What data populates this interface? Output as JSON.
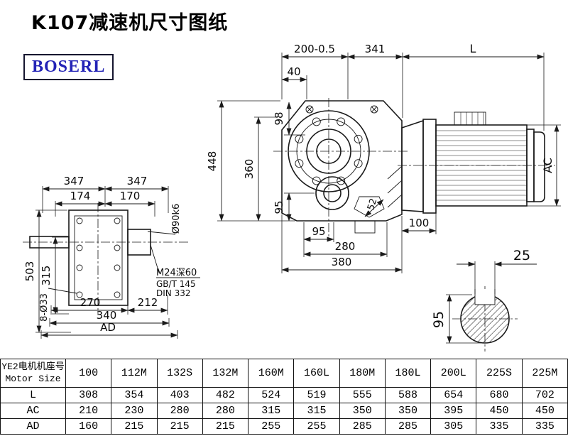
{
  "title": "K107减速机尺寸图纸",
  "brand": "BOSERL",
  "drawing": {
    "side_view": {
      "dim_200": "200-0.5",
      "dim_341": "341",
      "dim_l": "L",
      "dim_40": "40",
      "dim_98": "98",
      "dim_448": "448",
      "dim_360": "360",
      "dim_95_left": "95",
      "dim_95_bottom": "95",
      "dim_280": "280",
      "dim_380": "380",
      "dim_100": "100",
      "dim_52": "52",
      "dim_ac": "AC"
    },
    "front_view": {
      "dim_347_left": "347",
      "dim_347_right": "347",
      "dim_174": "174",
      "dim_170": "170",
      "dim_503": "503",
      "dim_315": "315",
      "dim_270": "270",
      "dim_212": "212",
      "dim_340": "340",
      "dim_ad": "AD",
      "bolt_note": "8-Ø33",
      "shaft_note": "Ø90k6",
      "thread_note": "M24深60",
      "std_note_1": "GB/T 145",
      "std_note_2": "DIN 332"
    },
    "shaft_section": {
      "dim_25": "25",
      "dim_95": "95"
    }
  },
  "table": {
    "header": {
      "motor_label_cn": "YE2电机机座号",
      "motor_label_en": "Motor Size",
      "columns": [
        "100",
        "112M",
        "132S",
        "132M",
        "160M",
        "160L",
        "180M",
        "180L",
        "200L",
        "225S",
        "225M"
      ]
    },
    "rows": [
      {
        "label": "L",
        "values": [
          "308",
          "354",
          "403",
          "482",
          "524",
          "519",
          "555",
          "588",
          "654",
          "680",
          "702"
        ]
      },
      {
        "label": "AC",
        "values": [
          "210",
          "230",
          "280",
          "280",
          "315",
          "315",
          "350",
          "350",
          "395",
          "450",
          "450"
        ]
      },
      {
        "label": "AD",
        "values": [
          "160",
          "215",
          "215",
          "215",
          "255",
          "255",
          "285",
          "285",
          "305",
          "335",
          "335"
        ]
      }
    ]
  }
}
